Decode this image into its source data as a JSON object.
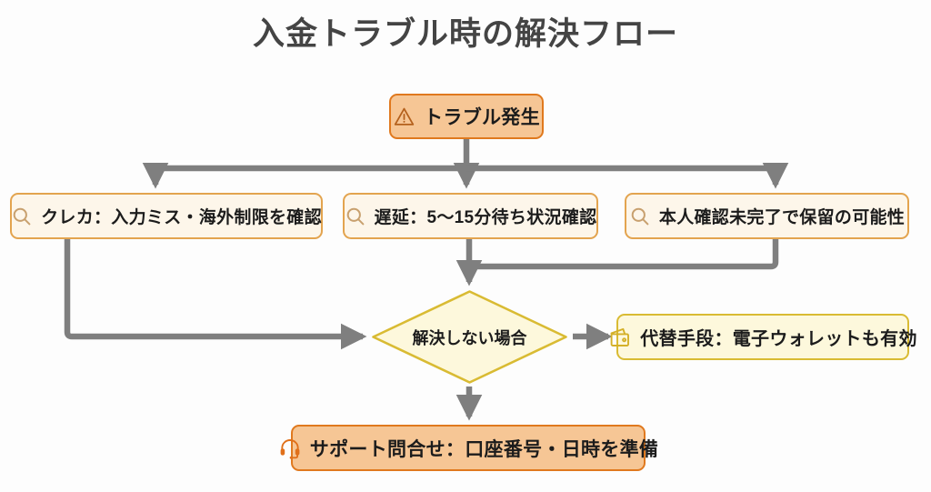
{
  "page": {
    "title": "入金トラブル時の解決フロー",
    "background_color": "#fdfdfd",
    "title_color": "#444444"
  },
  "palette": {
    "orange_fill": "#f6c695",
    "orange_border": "#e0791e",
    "cream_fill": "#fdf6ea",
    "cream_border": "#e3a44f",
    "yellow_fill": "#fdf8dc",
    "yellow_border": "#d9bb33",
    "connector": "#7f7f7f",
    "search_icon_color": "#c8a06e",
    "wallet_icon_color": "#d4b028",
    "headset_icon_color": "#e0701a",
    "warning_icon_color": "#b4601c"
  },
  "nodes": {
    "trouble": {
      "label": "トラブル発生",
      "icon": "warning-triangle-icon",
      "shape": "rounded-rect",
      "style": "orange"
    },
    "credit": {
      "label": "クレカ：入力ミス・海外制限を確認",
      "icon": "search-icon",
      "shape": "rounded-rect",
      "style": "cream"
    },
    "delay": {
      "label": "遅延：5〜15分待ち状況確認",
      "icon": "search-icon",
      "shape": "rounded-rect",
      "style": "cream"
    },
    "kyc": {
      "label": "本人確認未完了で保留の可能性",
      "icon": "search-icon",
      "shape": "rounded-rect",
      "style": "cream"
    },
    "decision": {
      "label": "解決しない場合",
      "icon": "",
      "shape": "diamond",
      "style": "yellow"
    },
    "wallet": {
      "label": "代替手段：電子ウォレットも有効",
      "icon": "wallet-icon",
      "shape": "rounded-rect",
      "style": "yellow"
    },
    "support": {
      "label": "サポート問合せ：口座番号・日時を準備",
      "icon": "headset-icon",
      "shape": "rounded-rect",
      "style": "orange"
    }
  },
  "edges": [
    {
      "from": "trouble",
      "to": "credit",
      "style": "elbow-down-left-down"
    },
    {
      "from": "trouble",
      "to": "delay",
      "style": "straight-down"
    },
    {
      "from": "trouble",
      "to": "kyc",
      "style": "elbow-down-right-down"
    },
    {
      "from": "credit",
      "to": "decision",
      "style": "elbow-down-right"
    },
    {
      "from": "delay",
      "to": "decision",
      "style": "straight-down"
    },
    {
      "from": "kyc",
      "to": "decision",
      "style": "elbow-down-left-merge"
    },
    {
      "from": "decision",
      "to": "wallet",
      "style": "straight-right"
    },
    {
      "from": "decision",
      "to": "support",
      "style": "straight-down"
    }
  ]
}
